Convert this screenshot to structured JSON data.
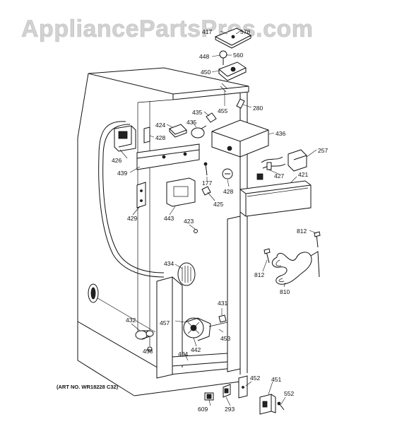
{
  "watermark": "AppliancePartsPros.com",
  "art_number": "(ART NO. WR18228 C32)",
  "labels": {
    "p417": "417",
    "p578": "578",
    "p560": "560",
    "p448": "448",
    "p450": "450",
    "p455": "455",
    "p280": "280",
    "p435a": "435",
    "p435b": "435",
    "p424": "424",
    "p428a": "428",
    "p436": "436",
    "p426": "426",
    "p257": "257",
    "p439": "439",
    "p177": "177",
    "p427": "427",
    "p421": "421",
    "p428b": "428",
    "p425": "425",
    "p429": "429",
    "p443": "443",
    "p423": "423",
    "p812a": "812",
    "p812b": "812",
    "p810": "810",
    "p434": "434",
    "p431": "431",
    "p432": "432",
    "p457": "457",
    "p453": "453",
    "p442": "442",
    "p458": "458",
    "p454": "454",
    "p452": "452",
    "p451": "451",
    "p552": "552",
    "p609": "609",
    "p293": "293"
  }
}
